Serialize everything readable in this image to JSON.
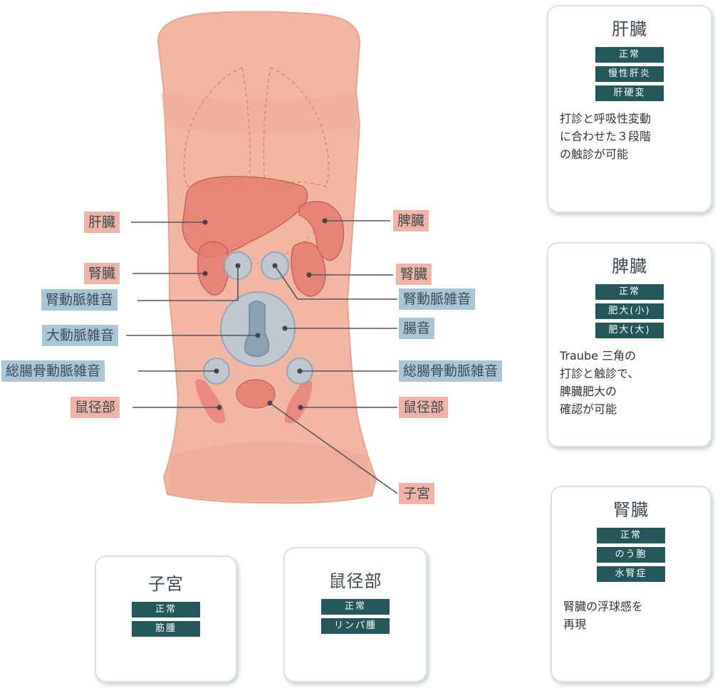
{
  "colors": {
    "skin": "#f2b7a2",
    "skin_dark": "#e8a48c",
    "organ_red": "#e47b70",
    "auscultation_blue": "#b9c9d6",
    "pink_label": "#f0b4a6",
    "blue_label": "#a8c7d6",
    "status_teal": "#23585a"
  },
  "labels": {
    "liver_left": "肝臓",
    "spleen_right": "脾臓",
    "kidney_left": "腎臓",
    "kidney_right": "腎臓",
    "renal_bruit_left": "腎動脈雑音",
    "renal_bruit_right": "腎動脈雑音",
    "aortic_bruit": "大動脈雑音",
    "bowel_sounds": "腸音",
    "iliac_bruit_left": "総腸骨動脈雑音",
    "iliac_bruit_right": "総腸骨動脈雑音",
    "inguinal_left": "鼠径部",
    "inguinal_right": "鼠径部",
    "uterus": "子宮"
  },
  "cards": {
    "liver": {
      "title": "肝臓",
      "statuses": [
        "正常",
        "慢性肝炎",
        "肝硬変"
      ],
      "description": "打診と呼吸性変動\nに合わせた３段階\nの触診が可能"
    },
    "spleen": {
      "title": "脾臓",
      "statuses": [
        "正常",
        "肥大(小)",
        "肥大(大)"
      ],
      "description": "Traube 三角の\n打診と触診で、\n脾臓肥大の\n確認が可能"
    },
    "kidney": {
      "title": "腎臓",
      "statuses": [
        "正常",
        "のう胞",
        "水腎症"
      ],
      "description": "腎臓の浮球感を\n再現"
    },
    "uterus": {
      "title": "子宮",
      "statuses": [
        "正常",
        "筋腫"
      ]
    },
    "inguinal": {
      "title": "鼠径部",
      "statuses": [
        "正常",
        "リンパ腫"
      ]
    }
  }
}
